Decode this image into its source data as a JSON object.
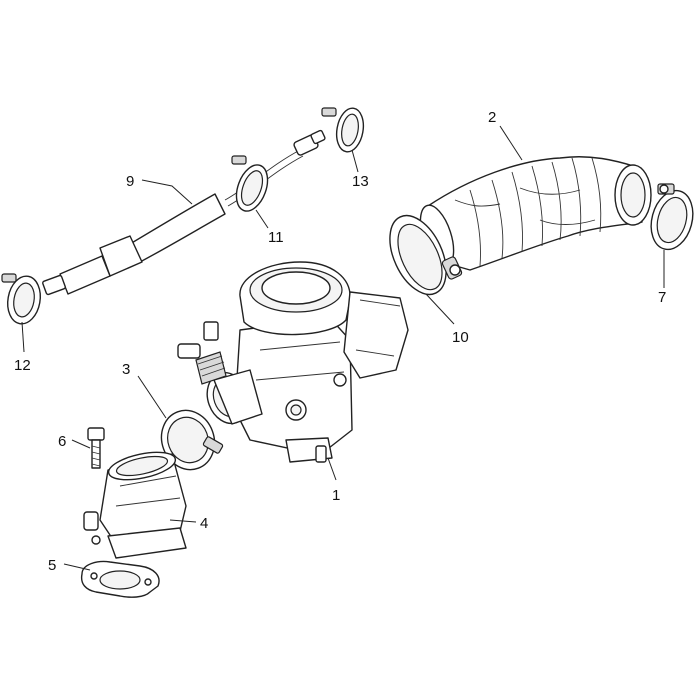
{
  "callouts": [
    {
      "id": "1",
      "label": "1"
    },
    {
      "id": "2",
      "label": "2"
    },
    {
      "id": "3",
      "label": "3"
    },
    {
      "id": "4",
      "label": "4"
    },
    {
      "id": "5",
      "label": "5"
    },
    {
      "id": "6",
      "label": "6"
    },
    {
      "id": "7",
      "label": "7"
    },
    {
      "id": "9",
      "label": "9"
    },
    {
      "id": "10",
      "label": "10"
    },
    {
      "id": "11",
      "label": "11"
    },
    {
      "id": "12",
      "label": "12"
    },
    {
      "id": "13",
      "label": "13"
    }
  ],
  "colors": {
    "line": "#222222",
    "background": "#ffffff"
  }
}
